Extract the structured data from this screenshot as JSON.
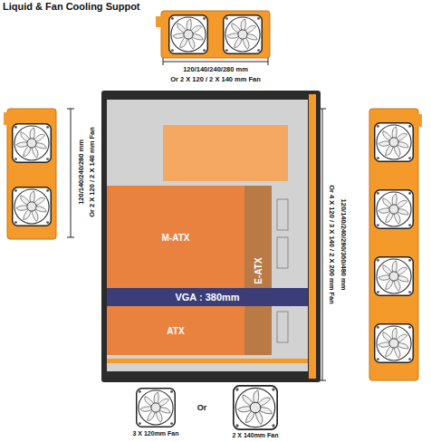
{
  "diagram": {
    "title": "Liquid & Fan Cooling Suppot",
    "nodes": [
      {
        "text": [
          "M-ATX"
        ]
      },
      {
        "text": [
          "E-ATX"
        ]
      },
      {
        "text": [
          "VGA : 380mm"
        ]
      },
      {
        "text": [
          "ATX"
        ]
      }
    ],
    "labels": [
      "120/140/240/280 mm",
      "Or 2 X 120 / 2 X 140 mm Fan",
      "120/140/240/280 mm",
      "Or 2 X 120 / 2 X 140 mm Fan",
      "Or 4 X 120 / 3 X 140 / 2 X 200 mm Fan",
      "120/140/240/280/360/480 mm",
      "3 X 120mm Fan",
      "Or",
      "2 X 140mm Fan"
    ]
  }
}
